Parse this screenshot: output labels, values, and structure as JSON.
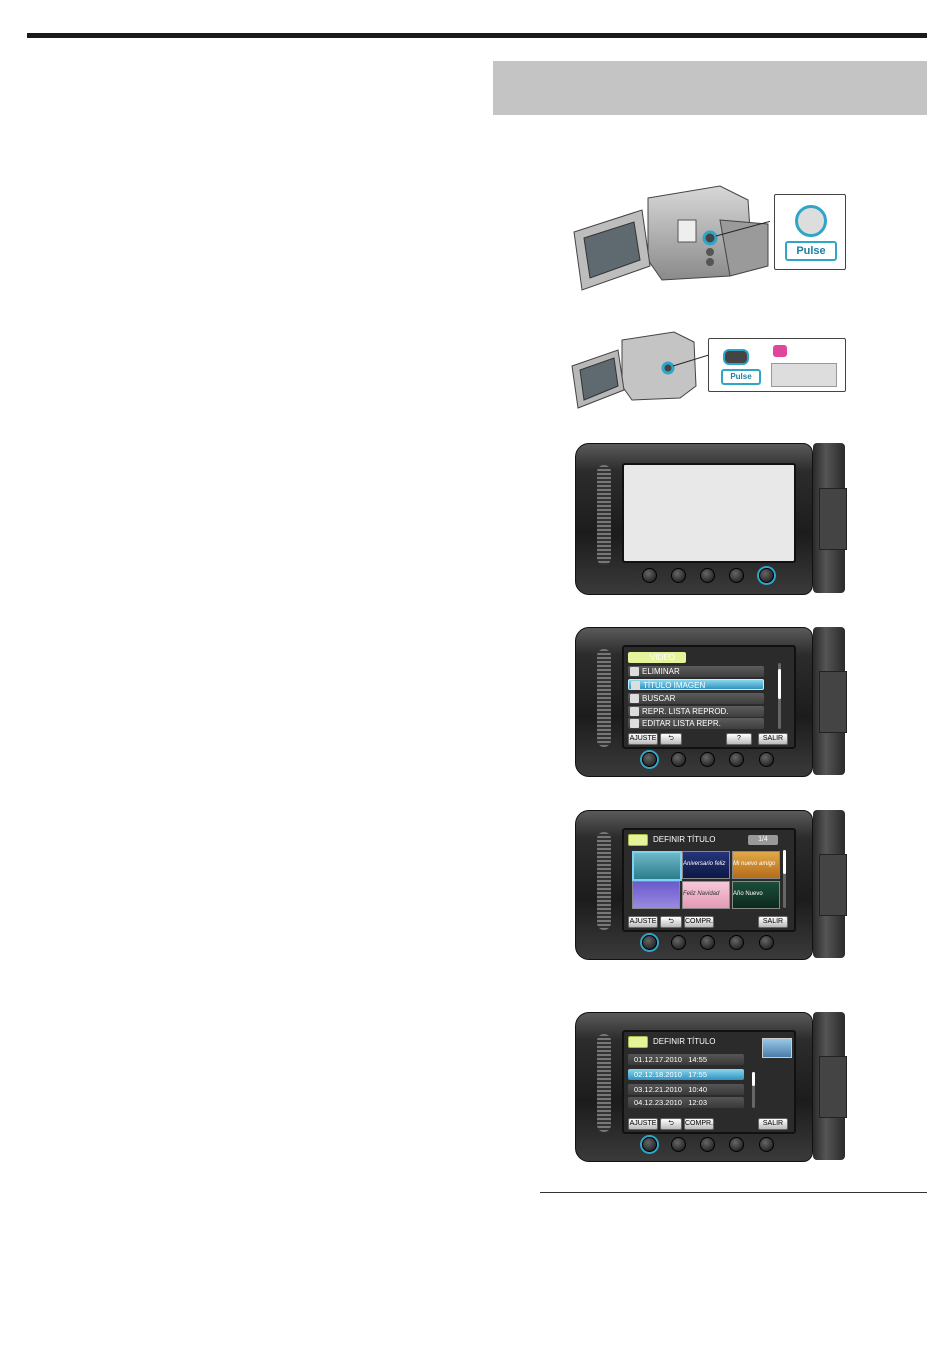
{
  "header": {
    "rule_color": "#1a1a1a",
    "section_box_color": "#c4c4c4"
  },
  "step1": {
    "callout_label": "Pulse"
  },
  "step2": {
    "callout_label": "Pulse"
  },
  "menu_screen": {
    "header": "VIDEO",
    "items": [
      "ELIMINAR",
      "TÍTULO IMAGEN",
      "BUSCAR",
      "REPR. LISTA REPROD.",
      "EDITAR LISTA REPR."
    ],
    "selected_index": 1,
    "softkeys": [
      "AJUSTE",
      "⮌",
      "?",
      "SALIR"
    ]
  },
  "title_select_screen": {
    "header": "DEFINIR TÍTULO",
    "page": "1/4",
    "thumbnail_texts": [
      "",
      "Aniversario feliz",
      "Mi nuevo amigo",
      "",
      "Feliz Navidad",
      "Año Nuevo"
    ],
    "softkeys": [
      "AJUSTE",
      "⮌",
      "COMPR.",
      "SALIR"
    ]
  },
  "date_select_screen": {
    "header": "DEFINIR TÍTULO",
    "rows": [
      {
        "date": "01.12.17.2010",
        "time": "14:55"
      },
      {
        "date": "02.12.18.2010",
        "time": "17:55"
      },
      {
        "date": "03.12.21.2010",
        "time": "10:40"
      },
      {
        "date": "04.12.23.2010",
        "time": "12:03"
      }
    ],
    "selected_index": 1,
    "softkeys": [
      "AJUSTE",
      "⮌",
      "COMPR.",
      "SALIR"
    ]
  },
  "colors": {
    "accent": "#2fa6c8",
    "highlight": "#e6f39a"
  }
}
